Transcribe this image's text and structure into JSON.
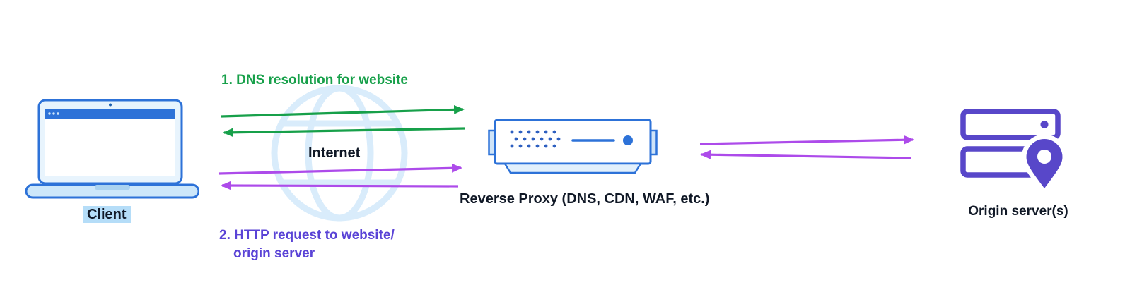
{
  "diagram": {
    "client": {
      "label": "Client"
    },
    "internet": {
      "label": "Internet"
    },
    "proxy": {
      "label": "Reverse Proxy (DNS, CDN, WAF, etc.)"
    },
    "origin": {
      "label": "Origin server(s)"
    },
    "steps": {
      "step1": "1. DNS resolution for website",
      "step2_line1": "2. HTTP request to website/",
      "step2_line2": "origin server"
    },
    "icons": {
      "client": "laptop-icon",
      "internet": "globe-icon",
      "proxy": "server-appliance-icon",
      "origin": "server-stack-icon",
      "origin_pin": "location-pin-icon",
      "arrows": "bidirectional-arrow-icons"
    },
    "colors": {
      "green": "#17a04a",
      "purple_arrow": "#ad4bea",
      "purple_text": "#5a43d6",
      "blue": "#2d72d8",
      "blue_dots": "#2d5fc0",
      "light_blue_globe": "#d9ecfb",
      "laptop_screen_fill": "#e8f4fd",
      "laptop_base_fill": "#cde7fa",
      "highlight": "#b5ddf8",
      "origin_purple": "#5847c9",
      "text_dark": "#101826"
    }
  }
}
